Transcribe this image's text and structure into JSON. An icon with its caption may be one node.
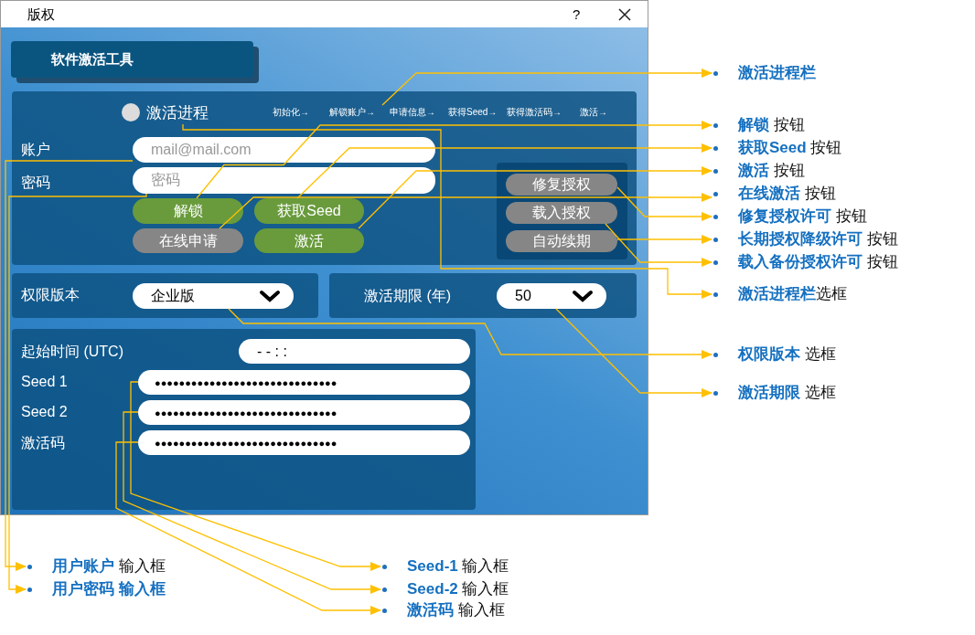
{
  "diagram": {
    "nodes": [
      {
        "text": [
          "软件激活工具"
        ]
      },
      {
        "text": [],
        "shape": "box"
      },
      {
        "text": [
          "激活进程"
        ],
        "in": 1
      },
      {
        "text": [
          "初始化→"
        ],
        "in": 1
      },
      {
        "text": [
          "解锁账户→"
        ],
        "in": 1
      },
      {
        "text": [
          "申请信息→"
        ],
        "in": 1
      },
      {
        "text": [
          "获得Seed→"
        ],
        "in": 1
      },
      {
        "text": [
          "获得激活码→"
        ],
        "in": 1
      },
      {
        "text": [
          "激活→"
        ],
        "in": 1
      },
      {
        "text": [
          "mail@mail.com"
        ],
        "in": 1
      },
      {
        "text": [
          "密码"
        ],
        "in": 1
      },
      {
        "text": [
          "解锁"
        ],
        "in": 1
      },
      {
        "text": [
          "获取Seed"
        ],
        "in": 1
      },
      {
        "text": [
          "在线申请"
        ],
        "in": 1
      },
      {
        "text": [
          "激活"
        ],
        "in": 1
      },
      {
        "text": [],
        "shape": "box",
        "in": 1
      },
      {
        "text": [
          "修复授权"
        ],
        "in": 15
      },
      {
        "text": [
          "载入授权"
        ],
        "in": 15
      },
      {
        "text": [
          "自动续期"
        ],
        "in": 15
      },
      {
        "text": [],
        "shape": "box"
      },
      {
        "text": [
          "企业版"
        ],
        "beside": [
          "权限版本"
        ],
        "in": 19
      },
      {
        "text": [],
        "shape": "box"
      },
      {
        "text": [
          "50"
        ],
        "beside": [
          "激活期限 (年)"
        ],
        "in": 21
      },
      {
        "text": [],
        "shape": "box"
      },
      {
        "text": [
          "- - : :"
        ],
        "in": 23
      },
      {
        "text": [
          "●●●●●●●●●●●●●●●●●●●●●●●●●●●●●●"
        ],
        "in": 23
      },
      {
        "text": [
          "●●●●●●●●●●●●●●●●●●●●●●●●●●●●●●"
        ],
        "in": 23
      },
      {
        "text": [
          "●●●●●●●●●●●●●●●●●●●●●●●●●●●●●●"
        ],
        "in": 23
      },
      {
        "text": [
          "激活进程栏"
        ]
      },
      {
        "text": [
          "**解锁** 按钮"
        ]
      },
      {
        "text": [
          "**获取Seed** 按钮"
        ]
      },
      {
        "text": [
          "**激活** 按钮"
        ]
      },
      {
        "text": [
          "**在线激活** 按钮"
        ]
      },
      {
        "text": [
          "**修复授权许可** 按钮"
        ]
      },
      {
        "text": [
          "**长期授权降级许可** 按钮"
        ]
      },
      {
        "text": [
          "**载入备份授权许可** 按钮"
        ]
      },
      {
        "text": [
          "**激活进程栏**选框"
        ]
      },
      {
        "text": [
          "**权限版本** 选框"
        ]
      },
      {
        "text": [
          "**激活期限** 选框"
        ]
      },
      {
        "text": [
          "**用户账户** 输入框"
        ]
      },
      {
        "text": [
          "用户密码 输入框"
        ]
      },
      {
        "text": [
          "**Seed-1** 输入框"
        ]
      },
      {
        "text": [
          "**Seed-2** 输入框"
        ]
      },
      {
        "text": [
          "**激活码** 输入框"
        ]
      }
    ],
    "edges": [
      {
        "from": 4,
        "to": 28,
        "arrow": "to"
      },
      {
        "from": 11,
        "to": 29,
        "arrow": "to"
      },
      {
        "from": 12,
        "to": 30,
        "arrow": "to"
      },
      {
        "from": 14,
        "to": 31,
        "arrow": "to"
      },
      {
        "from": 13,
        "to": 32,
        "arrow": "to"
      },
      {
        "from": 16,
        "to": 33,
        "arrow": "to"
      },
      {
        "from": 18,
        "to": 34,
        "arrow": "to"
      },
      {
        "from": 17,
        "to": 35,
        "arrow": "to"
      },
      {
        "from": 2,
        "to": 36,
        "arrow": "to"
      },
      {
        "from": 20,
        "to": 37,
        "arrow": "to"
      },
      {
        "from": 22,
        "to": 38,
        "arrow": "to"
      },
      {
        "from": 9,
        "to": 39,
        "arrow": "to"
      },
      {
        "from": 10,
        "to": 40,
        "arrow": "to"
      },
      {
        "from": 25,
        "to": 41,
        "arrow": "to"
      },
      {
        "from": 26,
        "to": 42,
        "arrow": "to"
      },
      {
        "from": 27,
        "to": 43,
        "arrow": "to"
      }
    ],
    "labels": [
      "版权",
      "?",
      "账户",
      "密码",
      "起始时间 (UTC)",
      "Seed 1",
      "Seed 2",
      "激活码"
    ]
  }
}
